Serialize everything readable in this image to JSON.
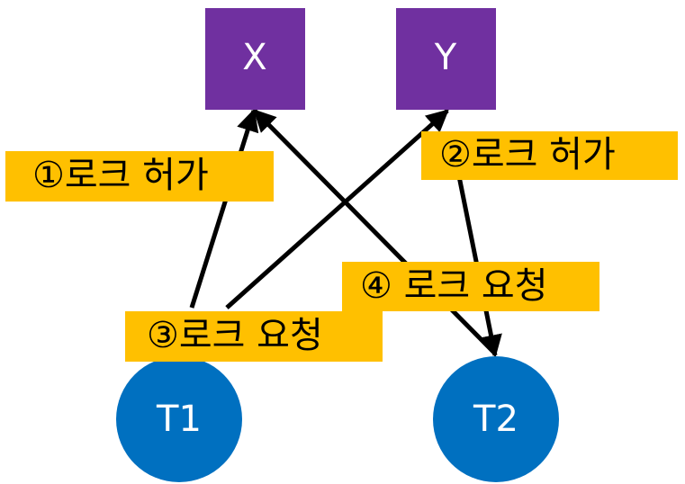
{
  "colors": {
    "resource_fill": "#7030A0",
    "transaction_fill": "#0070C0",
    "label_fill": "#FFC000",
    "edge": "#000000",
    "node_text": "#FFFFFF",
    "label_text": "#000000"
  },
  "resources": {
    "x": "X",
    "y": "Y"
  },
  "transactions": {
    "t1": "T1",
    "t2": "T2"
  },
  "edge_labels": {
    "e1": "①로크 허가",
    "e2": "②로크 허가",
    "e3": "③로크 요청",
    "e4": "④ 로크 요청"
  }
}
